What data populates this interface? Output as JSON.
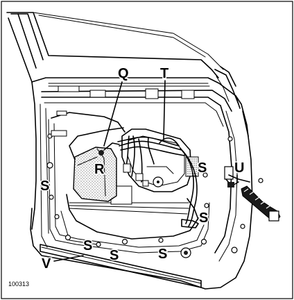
{
  "figure": {
    "reference": "100313",
    "labels": {
      "q": "Q",
      "t": "T",
      "r": "R",
      "s": "S",
      "u": "U",
      "v": "V"
    }
  }
}
